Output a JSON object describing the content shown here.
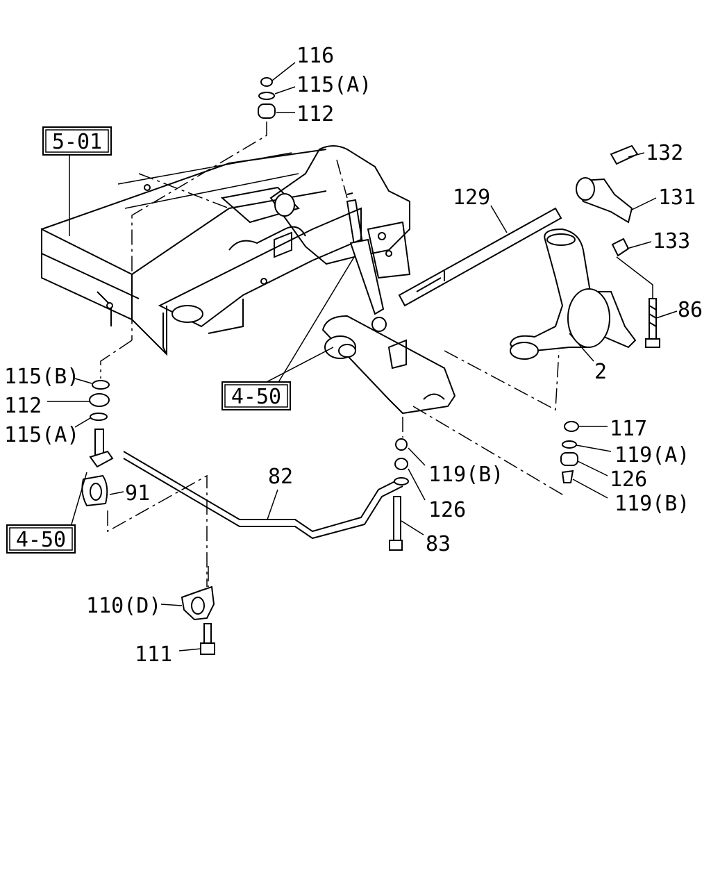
{
  "labels": {
    "p116": "116",
    "p115a_top": "115(A)",
    "p112_top": "112",
    "p132": "132",
    "p131": "131",
    "p129": "129",
    "p133": "133",
    "p86": "86",
    "p2": "2",
    "p115b": "115(B)",
    "p112_left": "112",
    "p115a_left": "115(A)",
    "p91": "91",
    "p82": "82",
    "p119b_mid": "119(B)",
    "p126_mid": "126",
    "p83": "83",
    "p117": "117",
    "p119a": "119(A)",
    "p126_right": "126",
    "p119b_right": "119(B)",
    "p110d": "110(D)",
    "p111": "111"
  },
  "refs": {
    "r501": "5-01",
    "r450_center": "4-50",
    "r450_left": "4-50"
  }
}
